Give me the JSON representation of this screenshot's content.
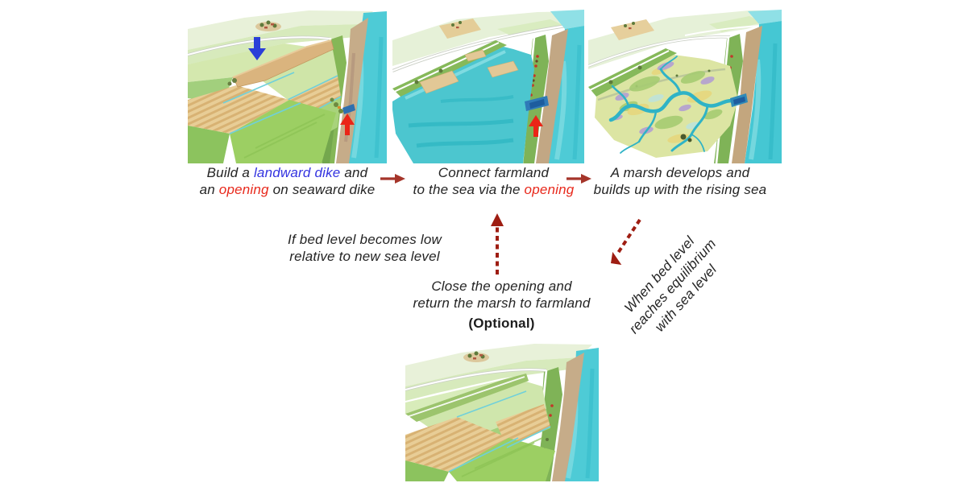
{
  "figure": {
    "title_hidden": "",
    "background": "#ffffff"
  },
  "captions": {
    "step1_l1_a": "Build a ",
    "step1_l1_b": "landward dike",
    "step1_l1_c": " and",
    "step1_l2_a": "an ",
    "step1_l2_b": "opening",
    "step1_l2_c": " on seaward dike",
    "step2_l1": "Connect farmland",
    "step2_l2_a": "to the sea via the ",
    "step2_l2_b": "opening",
    "step3_l1": "A marsh develops and",
    "step3_l2": "builds up with the rising sea",
    "reopen_l1": "If bed level becomes low",
    "reopen_l2": "relative to new sea level",
    "equilibrium_l1": "When bed level",
    "equilibrium_l2": "reaches equilibrium",
    "equilibrium_l3": "with sea level",
    "close_l1": "Close the opening and",
    "close_l2": "return the marsh to farmland",
    "close_note": "(Optional)"
  },
  "colors": {
    "caption_text": "#242424",
    "highlight_blue": "#3434e0",
    "highlight_red": "#e8291c",
    "flow_arrow_red": "#a5352a",
    "dashed_arrow_red": "#9e1d12",
    "marker_blue_arrow": "#2b3fd8",
    "marker_red_arrow": "#ea2517",
    "sea_cyan": "#4ecbd6",
    "water_teal": "#4cc6cf",
    "field_green": "#9ccf63",
    "field_tan": "#e0bd82",
    "dike_green": "#85b757",
    "beach_tan": "#c6ac89",
    "marsh_purple": "#b3a0d2"
  },
  "icons": {
    "flow_right_arrow": "solid right arrow",
    "dashed_up_arrow": "dashed upward arrow",
    "dashed_down_left_arrow": "dashed arrow pointing down-left",
    "landward_dike_marker": "blue downward arrow",
    "opening_marker": "red upward arrow"
  },
  "illustrations": {
    "panel1": "aerial farmland with new landward dike and opening on seaward dike",
    "panel2": "farmland flooded and connected to the sea",
    "panel3": "marsh with tidal creeks developing",
    "panel4": "marsh returned to farmland"
  }
}
